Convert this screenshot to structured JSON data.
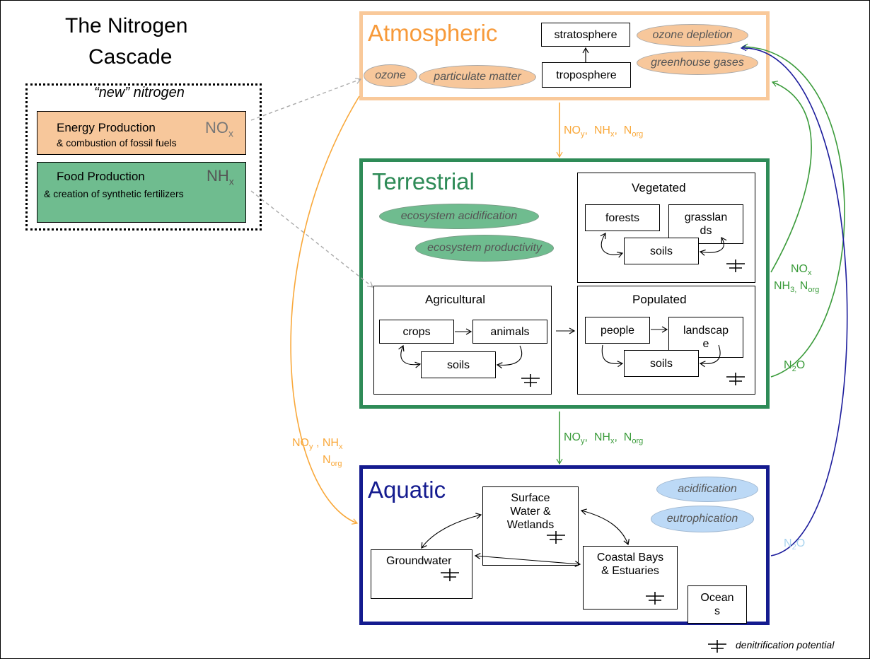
{
  "title": {
    "line1": "The Nitrogen",
    "line2": "Cascade"
  },
  "new_nitrogen": {
    "heading": "“new” nitrogen",
    "energy": {
      "title": "Energy Production",
      "subtitle": "& combustion of fossil fuels",
      "species": "NO",
      "species_sub": "x",
      "color": "#f7c79b"
    },
    "food": {
      "title": "Food Production",
      "subtitle": "& creation of synthetic fertilizers",
      "species": "NH",
      "species_sub": "x",
      "color": "#6fbc8f"
    }
  },
  "atmospheric": {
    "label": "Atmospheric",
    "color": "#f79a3a",
    "border_color": "#f9c99a",
    "boxes": {
      "stratosphere": "stratosphere",
      "troposphere": "troposphere"
    },
    "effects": [
      "ozone depletion",
      "greenhouse gases",
      "ozone",
      "particulate matter"
    ]
  },
  "terrestrial": {
    "label": "Terrestrial",
    "color": "#2e8b57",
    "effects": [
      "ecosystem acidification",
      "ecosystem productivity"
    ],
    "vegetated": {
      "label": "Vegetated",
      "forests": "forests",
      "grasslands_1": "grasslan",
      "grasslands_2": "ds",
      "soils": "soils"
    },
    "agricultural": {
      "label": "Agricultural",
      "crops": "crops",
      "animals": "animals",
      "soils": "soils"
    },
    "populated": {
      "label": "Populated",
      "people": "people",
      "landscape_1": "landscap",
      "landscape_2": "e",
      "soils": "soils"
    }
  },
  "aquatic": {
    "label": "Aquatic",
    "color": "#141b8f",
    "effects": [
      "acidification",
      "eutrophication"
    ],
    "surface_water": [
      "Surface",
      "Water &",
      "Wetlands"
    ],
    "groundwater": "Groundwater",
    "coastal": [
      "Coastal Bays",
      "& Estuaries"
    ],
    "oceans": [
      "Ocean",
      "s"
    ]
  },
  "fluxes": {
    "atm_to_ter": {
      "a": "NO",
      "a_sub": "y",
      "b": "NH",
      "b_sub": "x",
      "c": "N",
      "c_sub": "org"
    },
    "ter_to_aqu": {
      "a": "NO",
      "a_sub": "y",
      "b": "NH",
      "b_sub": "x",
      "c": "N",
      "c_sub": "org"
    },
    "atm_to_aqu": {
      "a": "NO",
      "a_sub": "y",
      "sep": " ,",
      "b": "NH",
      "b_sub": "x",
      "c": "N",
      "c_sub": "org"
    },
    "ter_to_atm": {
      "a": "NO",
      "a_sub": "x",
      "b": "NH",
      "b_sub": "3,",
      "c": "N",
      "c_sub": "org"
    },
    "ter_n2o": {
      "a": "N",
      "a_sub": "2",
      "b": "O"
    },
    "aqu_n2o": {
      "a": "N",
      "a_sub": "2",
      "b": "O"
    }
  },
  "colors": {
    "orange_arrow": "#f9a83a",
    "green_arrow": "#3a9b3a",
    "blue_arrow": "#1c1c9c",
    "aqu_n2o_text": "#a9d3ee"
  },
  "legend": {
    "label": "denitrification potential"
  }
}
